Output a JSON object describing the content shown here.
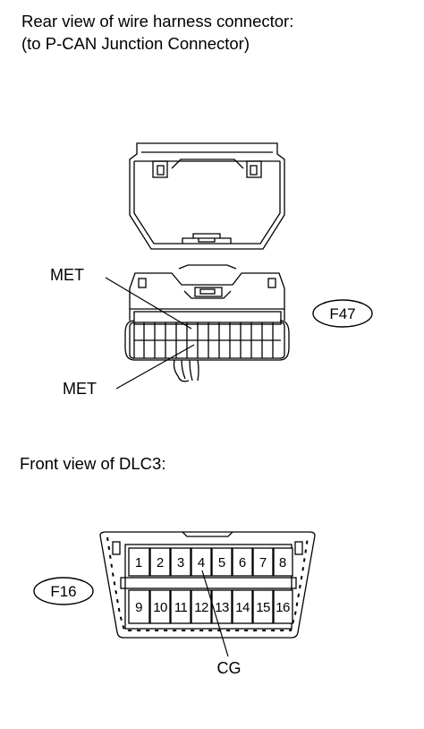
{
  "caption_rear_line1": "Rear view of wire harness connector:",
  "caption_rear_line2": "(to P-CAN Junction Connector)",
  "caption_front": "Front view of DLC3:",
  "connector_f47": {
    "id": "F47",
    "label_upper": "MET",
    "label_lower": "MET"
  },
  "connector_f16": {
    "id": "F16",
    "top_pins": [
      "1",
      "2",
      "3",
      "4",
      "5",
      "6",
      "7",
      "8"
    ],
    "bottom_pins": [
      "9",
      "10",
      "11",
      "12",
      "13",
      "14",
      "15",
      "16"
    ],
    "callout": "CG"
  }
}
